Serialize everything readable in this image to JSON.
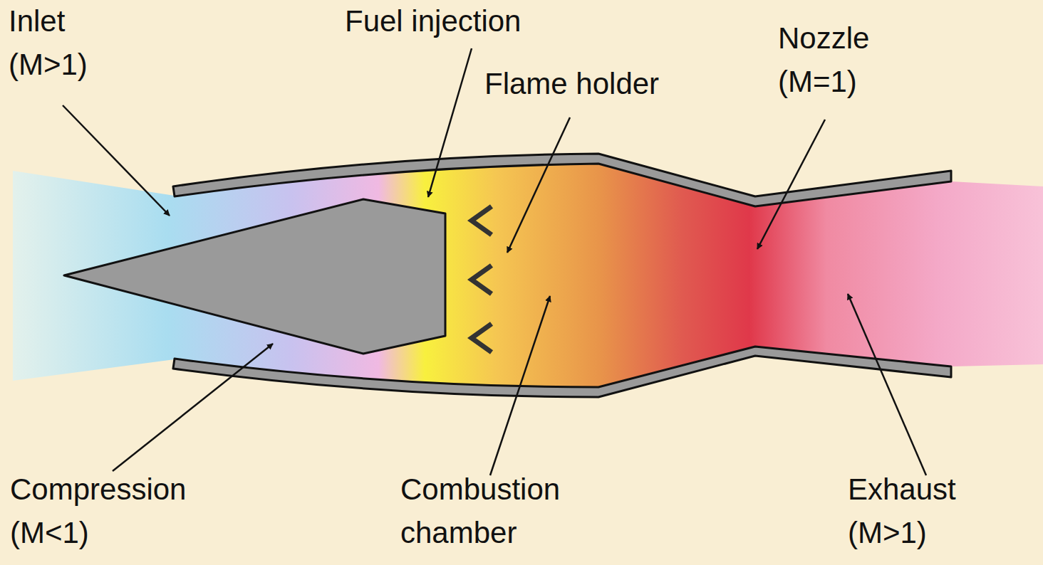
{
  "diagram": {
    "labels": [
      "Inlet (M>1)",
      "Fuel injection",
      "Flame holder",
      "Nozzle (M=1)",
      "Compression (M<1)",
      "Combustion chamber",
      "Exhaust (M>1)"
    ]
  }
}
